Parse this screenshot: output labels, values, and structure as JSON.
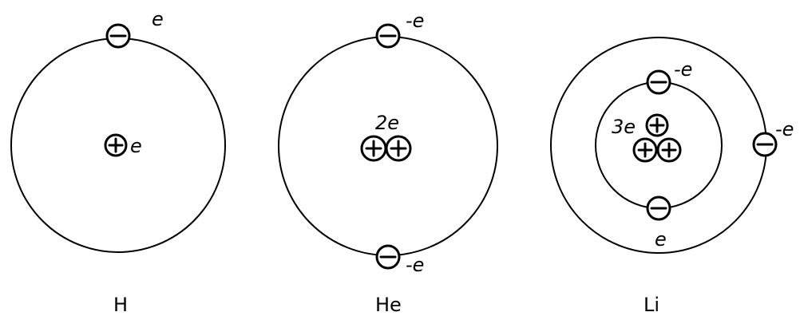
{
  "atoms": [
    {
      "symbol": "H",
      "nucleus_label": "e",
      "electron_labels": [
        "e"
      ]
    },
    {
      "symbol": "He",
      "nucleus_label": "2e",
      "electron_labels": [
        "-e",
        "-e"
      ]
    },
    {
      "symbol": "Li",
      "nucleus_label": "3e",
      "electron_labels": [
        "-e",
        "e",
        "-e"
      ]
    }
  ],
  "particle_icons": {
    "proton": "plus-circle",
    "electron": "minus-circle"
  }
}
